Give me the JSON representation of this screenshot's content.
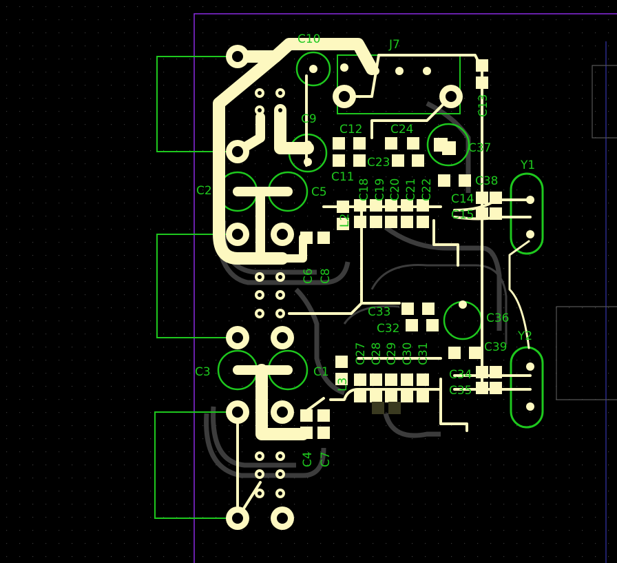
{
  "view": "pcb-layout",
  "colors": {
    "background": "#000000",
    "copper": "#fdf8c0",
    "silkscreen": "#1ec81e",
    "board_outline": "#8a2be2",
    "inner_trace": "#3c3c3c",
    "grid_dot": "#3a3a3a"
  },
  "labels": [
    "C10",
    "J7",
    "C13",
    "C9",
    "C12",
    "C24",
    "C37",
    "C11",
    "C23",
    "C2",
    "C5",
    "C38",
    "Y1",
    "C14",
    "C15",
    "L2",
    "C18",
    "C19",
    "C20",
    "C21",
    "C22",
    "C6",
    "C8",
    "C33",
    "C32",
    "C36",
    "C39",
    "Y2",
    "C3",
    "C1",
    "C27",
    "C28",
    "C29",
    "C30",
    "C31",
    "L3",
    "C34",
    "C35",
    "C4",
    "C7"
  ]
}
